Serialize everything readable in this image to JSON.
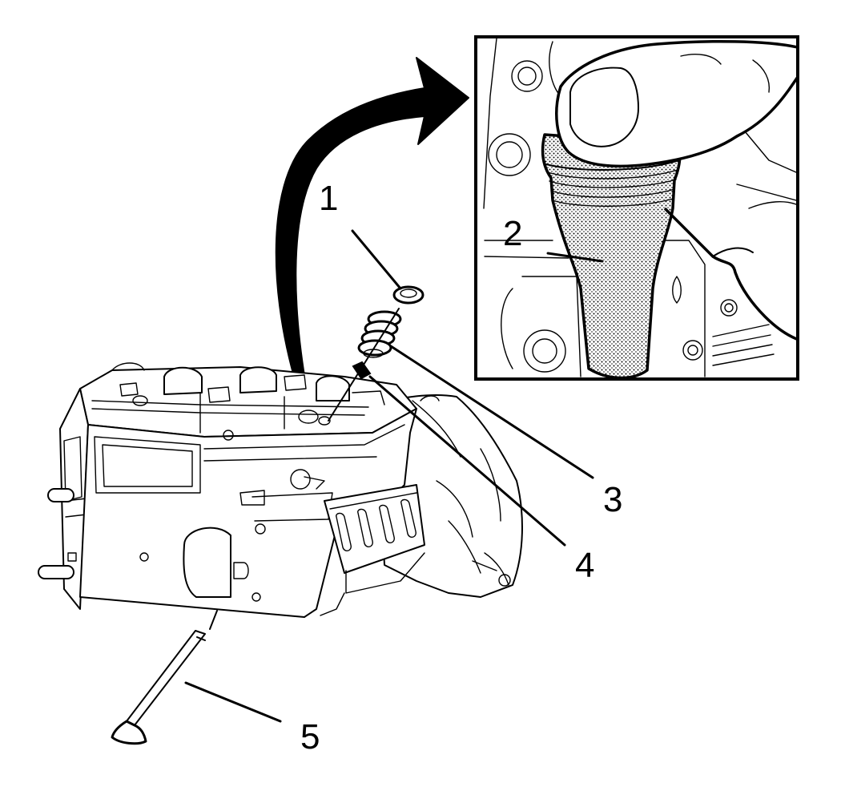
{
  "callouts": [
    {
      "id": "1",
      "label": "1",
      "part": "valve-spring-cap"
    },
    {
      "id": "2",
      "label": "2",
      "part": "valve-stem-seal-installer"
    },
    {
      "id": "3",
      "label": "3",
      "part": "valve-spring"
    },
    {
      "id": "4",
      "label": "4",
      "part": "valve-stem-seal"
    },
    {
      "id": "5",
      "label": "5",
      "part": "valve"
    }
  ]
}
